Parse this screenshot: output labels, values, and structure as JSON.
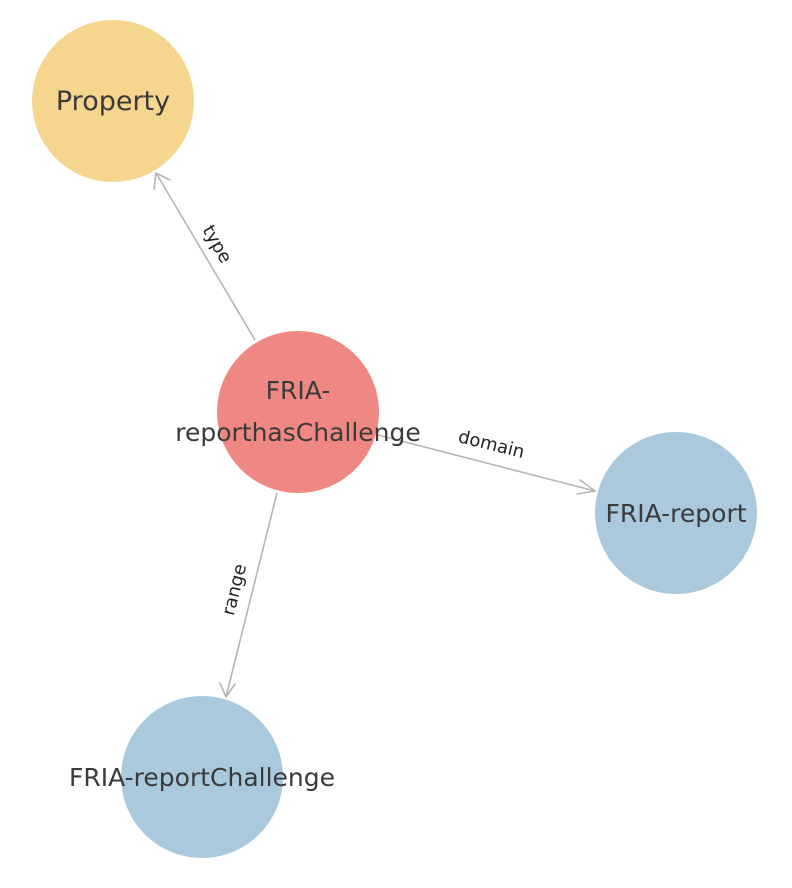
{
  "colors": {
    "class_node": "#f6d58f",
    "focus_node": "#ef8883",
    "entity_node": "#aac9dc",
    "edge": "#b5b5b5"
  },
  "nodes": {
    "property": {
      "label": "Property"
    },
    "center": {
      "label_line1": "FRIA-",
      "label_line2": "reporthasChallenge"
    },
    "report": {
      "label": "FRIA-report"
    },
    "challenge": {
      "label": "FRIA-reportChallenge"
    }
  },
  "edges": {
    "type": {
      "label": "type"
    },
    "domain": {
      "label": "domain"
    },
    "range": {
      "label": "range"
    }
  }
}
